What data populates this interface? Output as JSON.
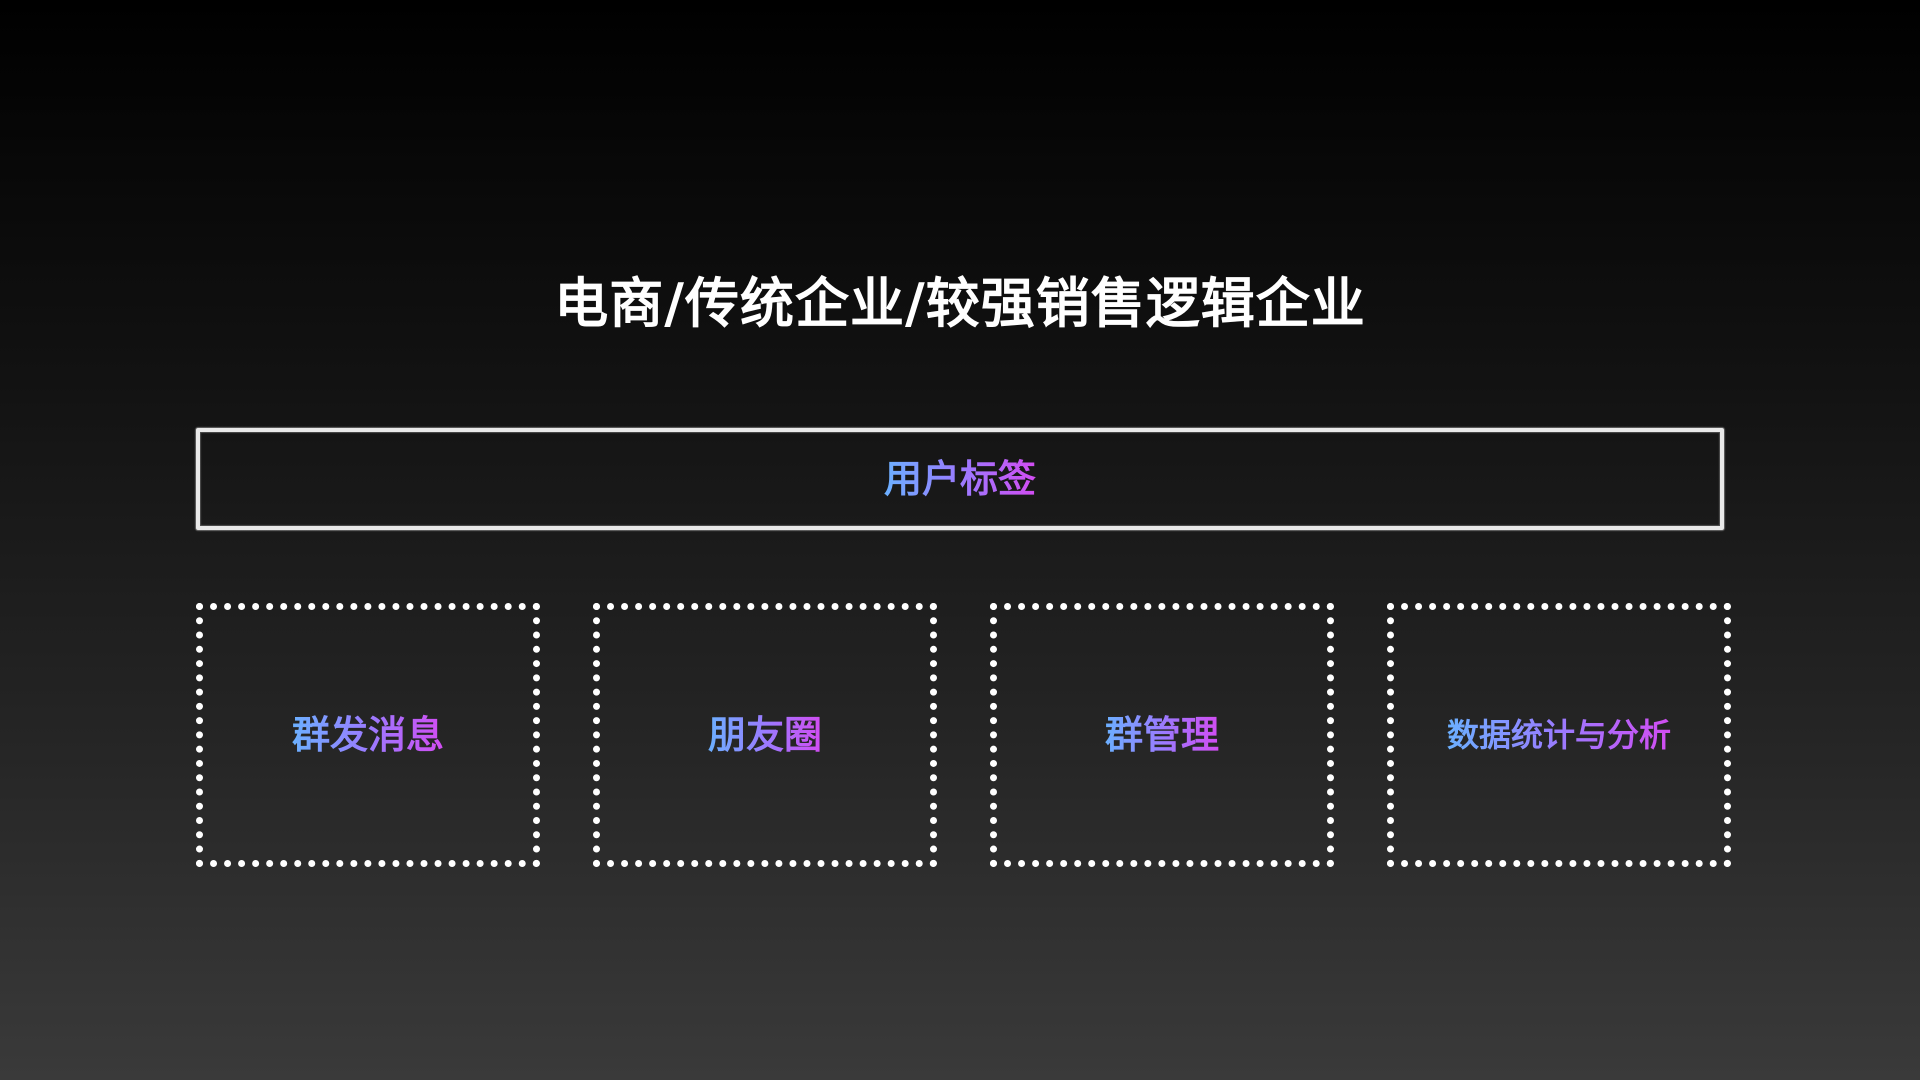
{
  "title": "电商/传统企业/较强销售逻辑企业",
  "top_bar": {
    "label": "用户标签"
  },
  "modules": [
    {
      "label": "群发消息"
    },
    {
      "label": "朋友圈"
    },
    {
      "label": "群管理"
    },
    {
      "label": "数据统计与分析"
    }
  ],
  "colors": {
    "background_top": "#000000",
    "background_bottom": "#3a3a3a",
    "title": "#ffffff",
    "border": "#ffffff",
    "gradient_start": "#6bb0ff",
    "gradient_mid": "#9a7bff",
    "gradient_end": "#d24cf2"
  }
}
